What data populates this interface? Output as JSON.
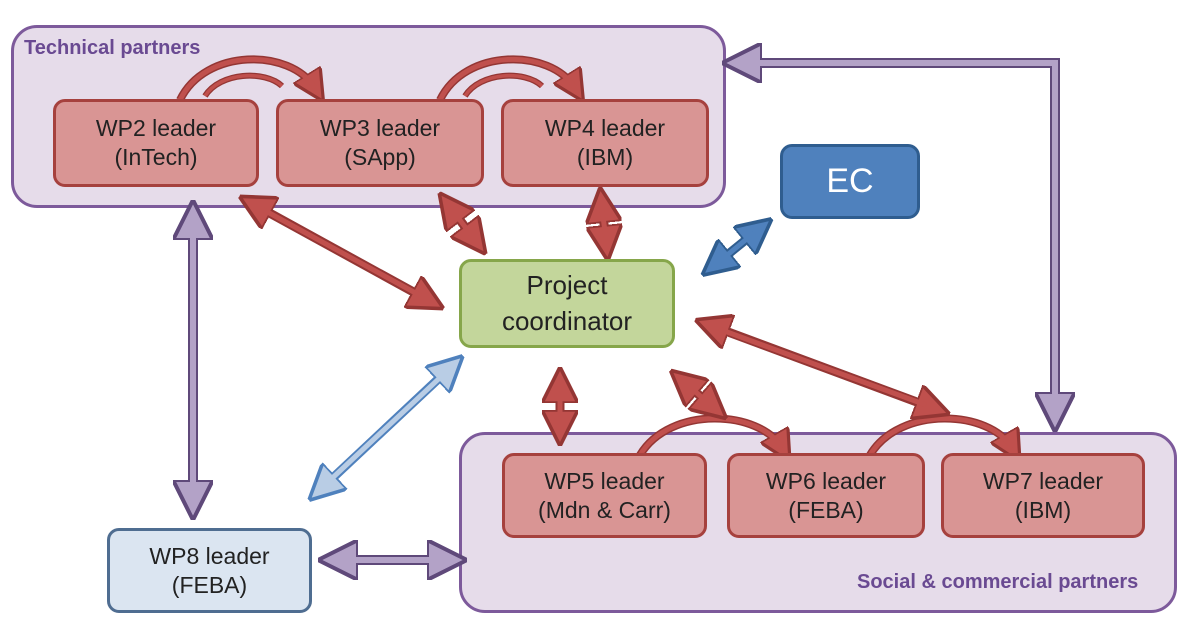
{
  "groups": {
    "technical": {
      "label": "Technical partners"
    },
    "social": {
      "label": "Social & commercial partners"
    }
  },
  "nodes": {
    "wp2": {
      "line1": "WP2 leader",
      "line2": "(InTech)"
    },
    "wp3": {
      "line1": "WP3 leader",
      "line2": "(SApp)"
    },
    "wp4": {
      "line1": "WP4 leader",
      "line2": "(IBM)"
    },
    "ec": {
      "label": "EC"
    },
    "coordinator": {
      "line1": "Project",
      "line2": "coordinator"
    },
    "wp5": {
      "line1": "WP5 leader",
      "line2": "(Mdn & Carr)"
    },
    "wp6": {
      "line1": "WP6 leader",
      "line2": "(FEBA)"
    },
    "wp7": {
      "line1": "WP7 leader",
      "line2": "(IBM)"
    },
    "wp8": {
      "line1": "WP8 leader",
      "line2": "(FEBA)"
    }
  },
  "colors": {
    "red_fill": "#d99594",
    "red_border": "#a6413e",
    "green_fill": "#c3d69b",
    "green_border": "#86a64a",
    "ec_fill": "#4f81bd",
    "light_blue_fill": "#dbe5f1",
    "purple_border": "#7d5a9b",
    "group_fill": "#e6dcea",
    "arrow_red": "#c0504d",
    "arrow_purple": "#b3a2c7",
    "arrow_blue": "#4f81bd",
    "arrow_light_blue": "#b9cde5"
  }
}
